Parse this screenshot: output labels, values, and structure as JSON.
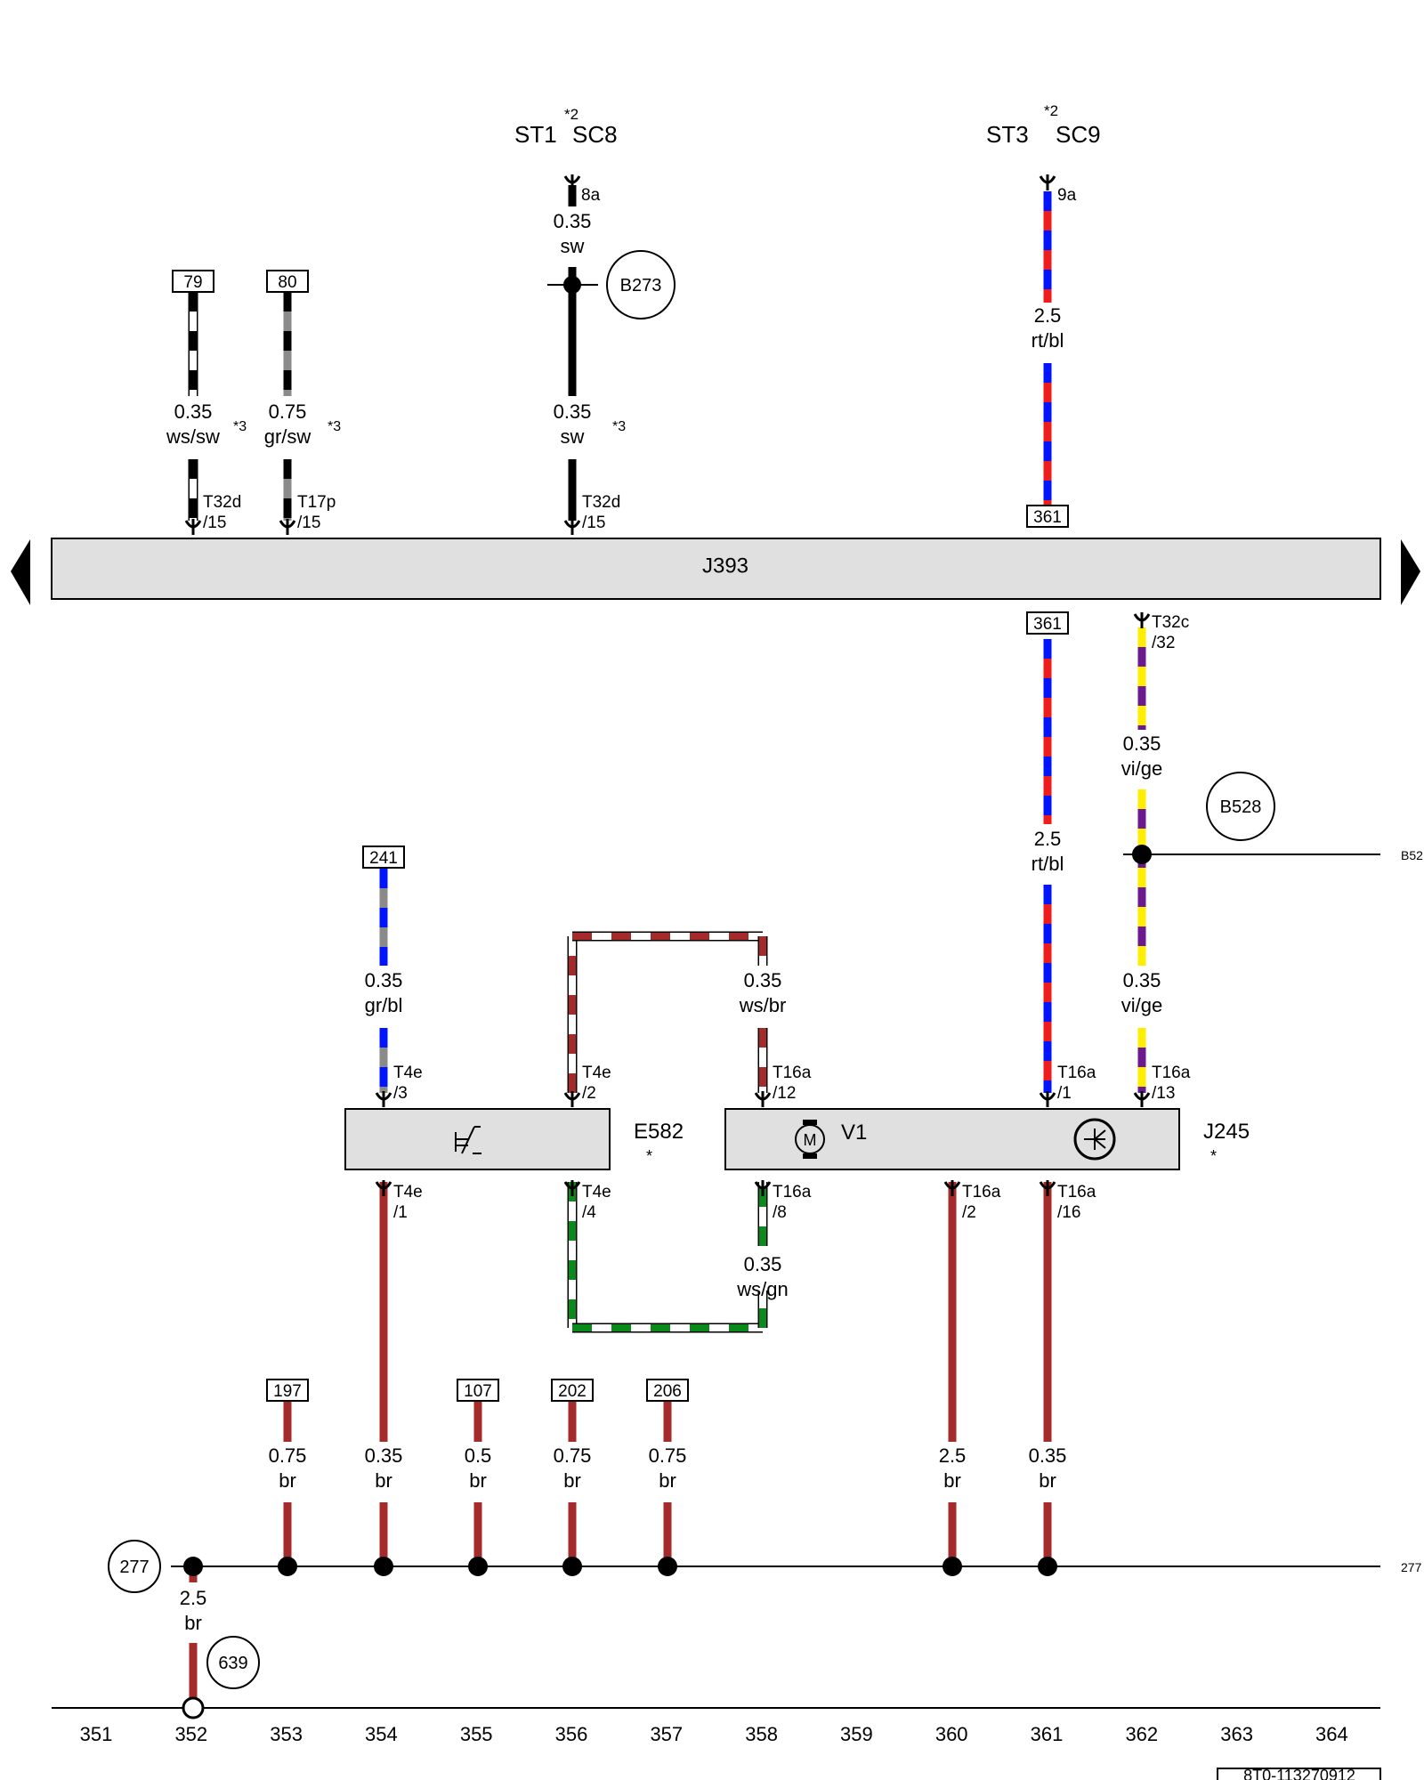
{
  "fuse_labels": {
    "left": {
      "st": "ST1",
      "sc": "SC8",
      "note": "*2"
    },
    "right": {
      "st": "ST3",
      "sc": "SC9",
      "note": "*2"
    }
  },
  "fuse_terminals": {
    "left": "8a",
    "right": "9a"
  },
  "components": {
    "j393": "J393",
    "e582": "E582",
    "e582_note": "*",
    "v1": "V1",
    "j245": "J245",
    "j245_note": "*"
  },
  "refs": [
    "79",
    "80",
    "361",
    "361",
    "241",
    "197",
    "107",
    "202",
    "206"
  ],
  "connectors": [
    {
      "name": "T32d",
      "pin": "/15"
    },
    {
      "name": "T17p",
      "pin": "/15"
    },
    {
      "name": "T32d",
      "pin": "/15"
    },
    {
      "name": "T32c",
      "pin": "/32"
    },
    {
      "name": "T4e",
      "pin": "/3"
    },
    {
      "name": "T4e",
      "pin": "/2"
    },
    {
      "name": "T16a",
      "pin": "/12"
    },
    {
      "name": "T16a",
      "pin": "/1"
    },
    {
      "name": "T16a",
      "pin": "/13"
    },
    {
      "name": "T4e",
      "pin": "/1"
    },
    {
      "name": "T4e",
      "pin": "/4"
    },
    {
      "name": "T16a",
      "pin": "/8"
    },
    {
      "name": "T16a",
      "pin": "/2"
    },
    {
      "name": "T16a",
      "pin": "/16"
    }
  ],
  "wire_labels": [
    {
      "size": "0.35",
      "color": "sw"
    },
    {
      "size": "0.35",
      "color": "ws/sw",
      "note": "*3"
    },
    {
      "size": "0.75",
      "color": "gr/sw",
      "note": "*3"
    },
    {
      "size": "0.35",
      "color": "sw",
      "note": "*3"
    },
    {
      "size": "2.5",
      "color": "rt/bl"
    },
    {
      "size": "2.5",
      "color": "rt/bl"
    },
    {
      "size": "0.35",
      "color": "vi/ge"
    },
    {
      "size": "0.35",
      "color": "vi/ge"
    },
    {
      "size": "0.35",
      "color": "gr/bl"
    },
    {
      "size": "0.35",
      "color": "ws/br"
    },
    {
      "size": "0.35",
      "color": "ws/gn"
    },
    {
      "size": "0.75",
      "color": "br"
    },
    {
      "size": "0.35",
      "color": "br"
    },
    {
      "size": "0.5",
      "color": "br"
    },
    {
      "size": "0.75",
      "color": "br"
    },
    {
      "size": "0.75",
      "color": "br"
    },
    {
      "size": "2.5",
      "color": "br"
    },
    {
      "size": "0.35",
      "color": "br"
    },
    {
      "size": "2.5",
      "color": "br"
    }
  ],
  "circle_refs": [
    "B273",
    "B528",
    "277",
    "639"
  ],
  "edge_labels": {
    "b528": "B52",
    "bus277": "277"
  },
  "grid_numbers": [
    "351",
    "352",
    "353",
    "354",
    "355",
    "356",
    "357",
    "358",
    "359",
    "360",
    "361",
    "362",
    "363",
    "364"
  ],
  "doc_id": "8T0-113270912",
  "colors": {
    "ws": "#ffffff",
    "sw": "#000000",
    "gr": "#8a8a8a",
    "rt": "#ee1c1c",
    "bl": "#0014ff",
    "vi": "#6b1a8f",
    "ge": "#ffee00",
    "br": "#a52a2a",
    "gn": "#0a8a1a",
    "box_fill": "#e0e0e0"
  }
}
